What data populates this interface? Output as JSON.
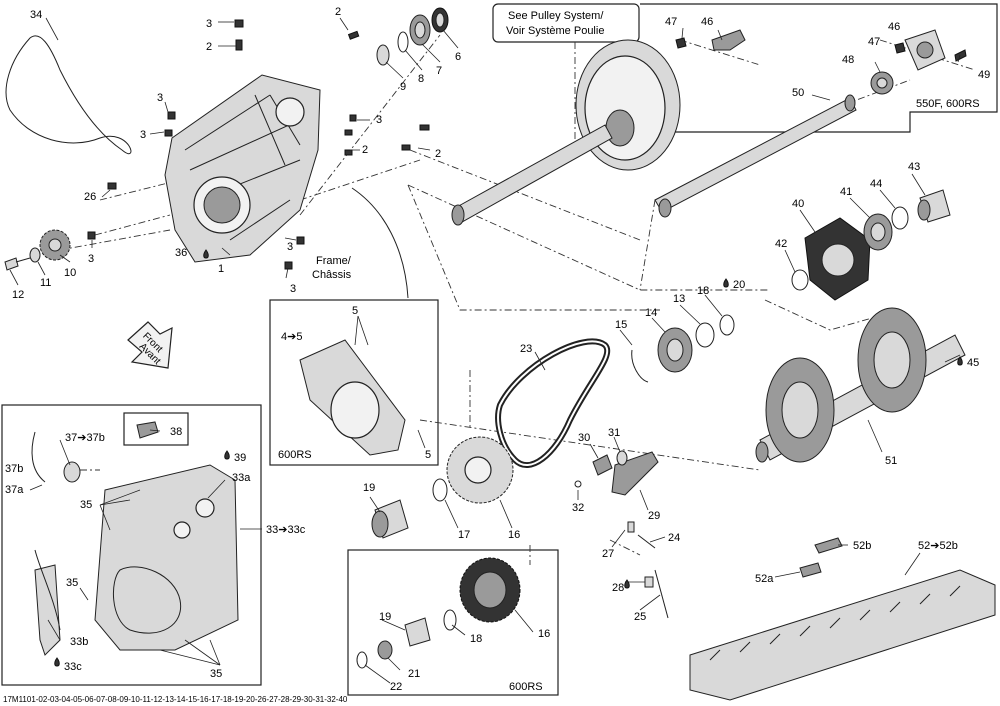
{
  "callouts": {
    "c34": "34",
    "c3a": "3",
    "c2a": "2",
    "c2b": "2",
    "c3b": "3",
    "c3c": "3",
    "c2c": "2",
    "c2d": "2",
    "c26": "26",
    "c36": "36",
    "c1": "1",
    "c3d": "3",
    "c3e": "3",
    "c10": "10",
    "c11": "11",
    "c12": "12",
    "c9": "9",
    "c8": "8",
    "c7": "7",
    "c6": "6",
    "c47a": "47",
    "c46a": "46",
    "c46b": "46",
    "c47b": "47",
    "c48": "48",
    "c49": "49",
    "c50": "50",
    "c43": "43",
    "c44": "44",
    "c41": "41",
    "c40": "40",
    "c42": "42",
    "c5a": "5",
    "c5b": "5",
    "c15": "15",
    "c14": "14",
    "c13": "13",
    "c18a": "18",
    "c20": "20",
    "c23": "23",
    "c45": "45",
    "c51": "51",
    "c38": "38",
    "c37b": "37b",
    "c37a": "37a",
    "c39": "39",
    "c33a": "33a",
    "c35a": "35",
    "c35b": "35",
    "c35c": "35",
    "c33b": "33b",
    "c33c": "33c",
    "c19a": "19",
    "c17": "17",
    "c16a": "16",
    "c30": "30",
    "c31": "31",
    "c32": "32",
    "c29": "29",
    "c27": "27",
    "c24": "24",
    "c28": "28",
    "c25": "25",
    "c19b": "19",
    "c18b": "18",
    "c21": "21",
    "c22": "22",
    "c16b": "16",
    "c52b": "52b",
    "c52a": "52a"
  },
  "labels": {
    "pulley_note_line1": "See Pulley System/",
    "pulley_note_line2": "Voir Système Poulie",
    "frame_line1": "Frame/",
    "frame_line2": "Châssis",
    "box_550f": "550F, 600RS",
    "box_45_range": "4➔5",
    "box_600rs_a": "600RS",
    "box_600rs_b": "600RS",
    "range_37": "37➔37b",
    "range_33": "33➔33c",
    "range_52": "52➔52b",
    "front_line1": "Front",
    "front_line2": "Avant"
  },
  "footer": "17M1101-02-03-04-05-06-07-08-09-10-11-12-13-14-15-16-17-18-19-20-26-27-28-29-30-31-32-40"
}
